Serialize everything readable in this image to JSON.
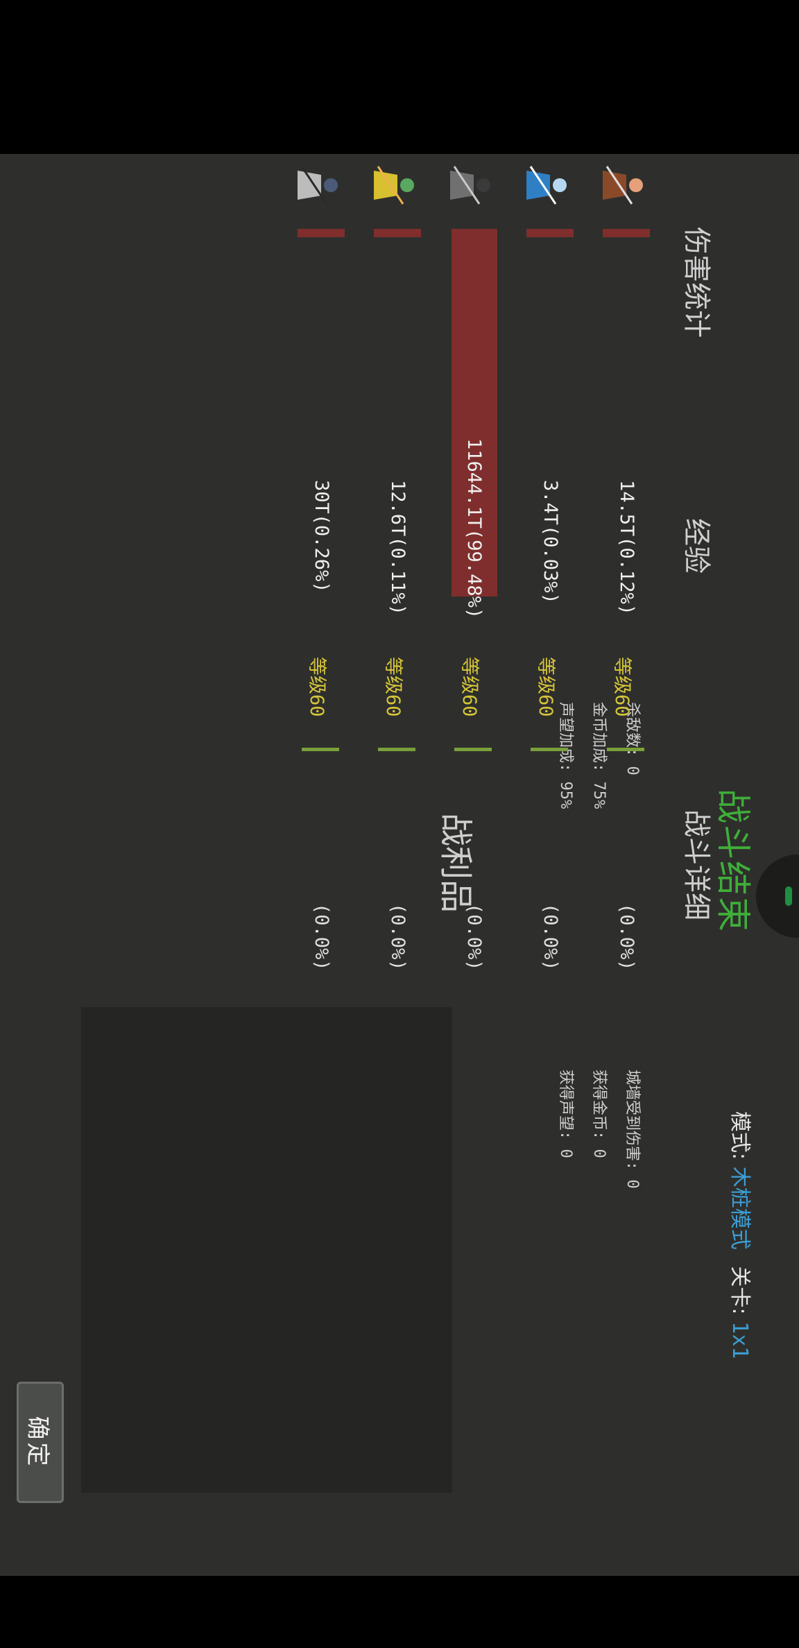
{
  "battle": {
    "title": "战斗结束",
    "mode_label": "模式:",
    "mode_value": "木桩模式",
    "stage_label": "关卡:",
    "stage_value": "1x1"
  },
  "headers": {
    "damage_stats": "伤害统计",
    "experience": "经验",
    "battle_details": "战斗详细",
    "loot": "战利品"
  },
  "details": {
    "kills": "杀敌数: 0",
    "damage_taken": "城墙受到伤害: 0",
    "gold_bonus": "金币加成: 75%",
    "gold_gained": "获得金币: 0",
    "fame_bonus": "声望加成: 95%",
    "fame_gained": "获得声望: 0"
  },
  "heroes": [
    {
      "icon": "hero-archer-portrait",
      "damage": "14.5T(0.12%)",
      "damage_share": 0.0012,
      "level": "等级60",
      "exp": "(0.0%)",
      "exp_share": 0.0
    },
    {
      "icon": "hero-mage-portrait",
      "damage": "3.4T(0.03%)",
      "damage_share": 0.0003,
      "level": "等级60",
      "exp": "(0.0%)",
      "exp_share": 0.0
    },
    {
      "icon": "hero-knight-portrait",
      "damage": "11644.1T(99.48%)",
      "damage_share": 0.9948,
      "level": "等级60",
      "exp": "(0.0%)",
      "exp_share": 0.0
    },
    {
      "icon": "hero-fairy-portrait",
      "damage": "12.6T(0.11%)",
      "damage_share": 0.0011,
      "level": "等级60",
      "exp": "(0.0%)",
      "exp_share": 0.0
    },
    {
      "icon": "hero-swordsman-portrait",
      "damage": "30T(0.26%)",
      "damage_share": 0.0026,
      "level": "等级60",
      "exp": "(0.0%)",
      "exp_share": 0.0
    }
  ],
  "buttons": {
    "confirm": "确定"
  },
  "colors": {
    "title": "#3fae3a",
    "mode_value": "#3d9ed6",
    "damage_bar": "#7f2e2d",
    "exp_bar": "#7aa03b",
    "level_text": "#d6c63a",
    "background": "#2e2f2c"
  }
}
